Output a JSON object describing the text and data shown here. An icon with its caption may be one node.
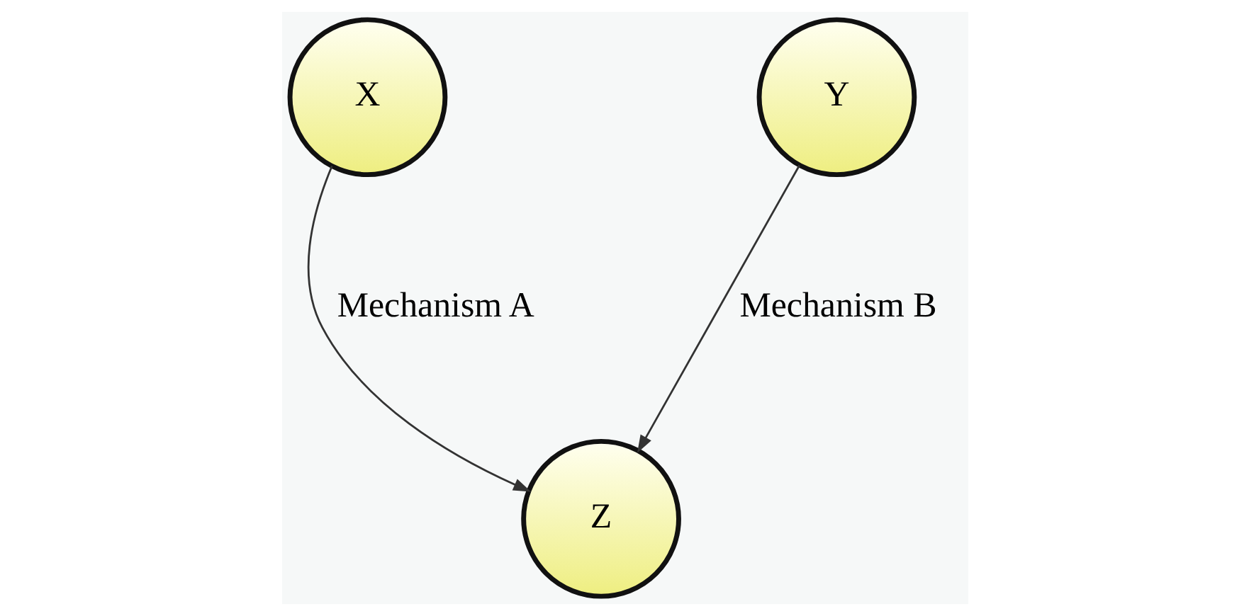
{
  "diagram": {
    "nodes": [
      {
        "text": [
          "X"
        ]
      },
      {
        "text": [
          "Y"
        ]
      },
      {
        "text": [
          "Z"
        ]
      }
    ],
    "edges": [
      {
        "from": 0,
        "to": 2,
        "arrow": "to",
        "label": "Mechanism A"
      },
      {
        "from": 1,
        "to": 2,
        "arrow": "to",
        "label": "Mechanism B"
      }
    ]
  }
}
